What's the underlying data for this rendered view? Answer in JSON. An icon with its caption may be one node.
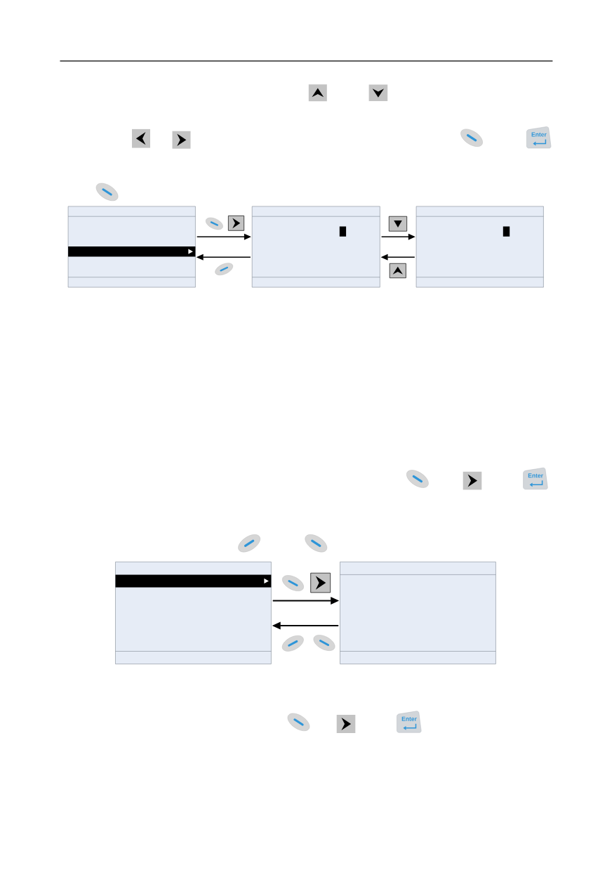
{
  "diagram": {
    "nodes": [
      {
        "text": [],
        "shape": "box"
      },
      {
        "text": [],
        "shape": "box"
      },
      {
        "text": [],
        "shape": "box"
      },
      {
        "text": [],
        "shape": "box"
      },
      {
        "text": [],
        "shape": "box"
      }
    ],
    "edges": [
      {
        "from": 0,
        "to": 1,
        "arrow": "to"
      },
      {
        "from": 1,
        "to": 0,
        "arrow": "to"
      },
      {
        "from": 1,
        "to": 2,
        "arrow": "to"
      },
      {
        "from": 2,
        "to": 1,
        "arrow": "to"
      },
      {
        "from": 3,
        "to": 4,
        "arrow": "to"
      },
      {
        "from": 4,
        "to": 3,
        "arrow": "to"
      }
    ],
    "labels": [
      "Enter",
      "Enter",
      "Enter"
    ]
  }
}
